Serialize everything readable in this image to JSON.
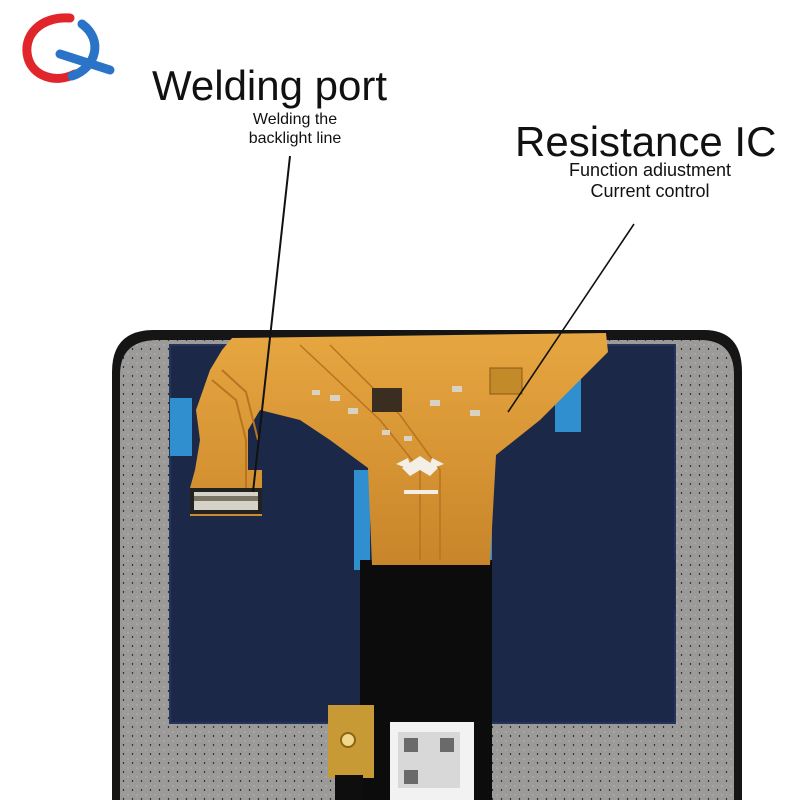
{
  "logo": {
    "name": "brand-logo"
  },
  "callouts": {
    "welding_port": {
      "title": "Welding port",
      "description_line1": "Welding the",
      "description_line2": "backlight line"
    },
    "resistance_ic": {
      "title": "Resistance IC",
      "description_line1": "Function adiustment",
      "description_line2": "Current control"
    }
  },
  "colors": {
    "flex_cable": "#d8932e",
    "panel_blue": "#1c2a4c",
    "frame_grey": "#9a9896",
    "logo_red": "#e0262a",
    "logo_blue": "#2a73c6"
  }
}
